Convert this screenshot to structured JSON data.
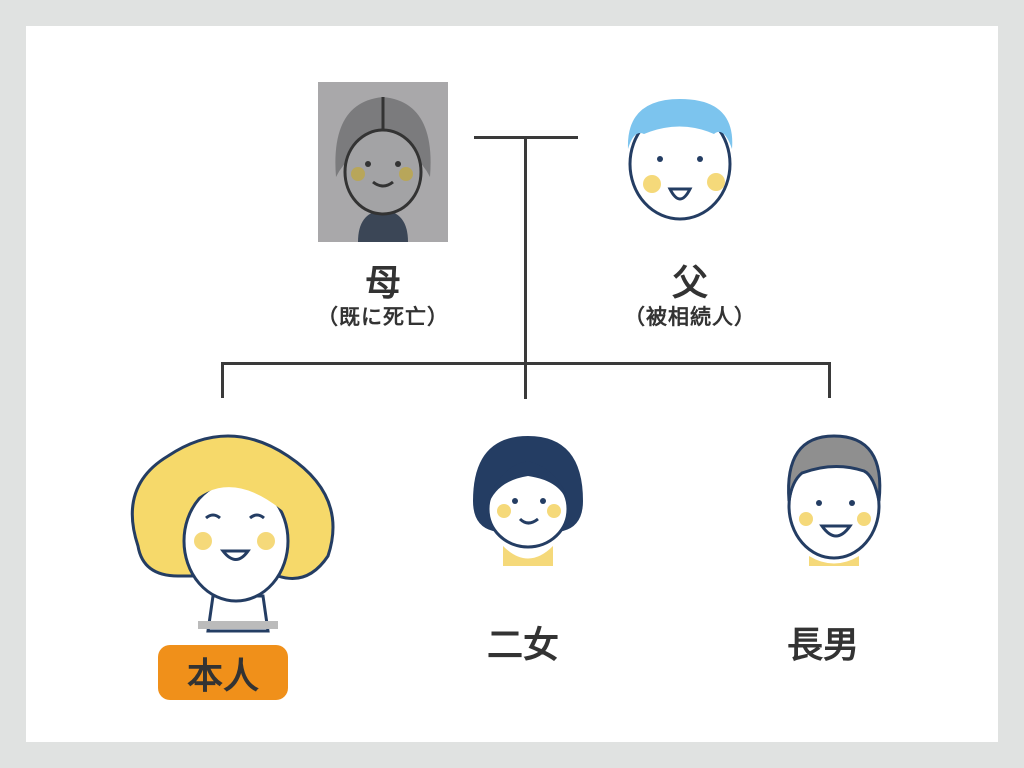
{
  "mother": {
    "name": "母",
    "note": "（既に死亡）"
  },
  "father": {
    "name": "父",
    "note": "（被相続人）"
  },
  "children": {
    "self": "本人",
    "second_daughter": "二女",
    "eldest_son": "長男"
  },
  "colors": {
    "line": "#3a3a3a",
    "self_badge": "#f0901a",
    "cheek": "#f5d97a",
    "navy": "#243d63",
    "father_hair": "#7cc4ee",
    "self_hair": "#f6d96a"
  }
}
